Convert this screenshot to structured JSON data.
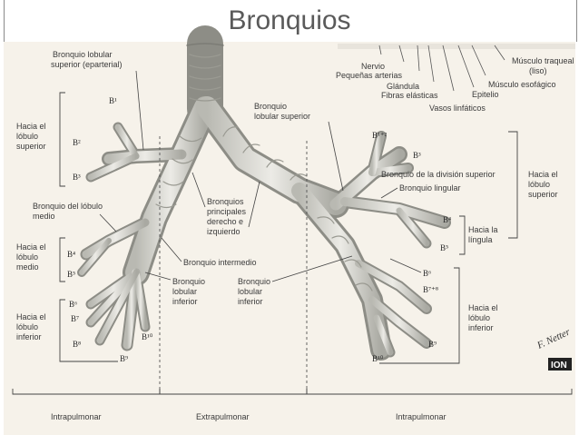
{
  "title": "Bronquios",
  "top_labels": {
    "nervio": "Nervio",
    "pequenas_arterias": "Pequeñas arterias",
    "glandula": "Glándula",
    "fibras_elasticas": "Fibras elásticas",
    "vasos_linfaticos": "Vasos linfáticos",
    "epitelio": "Epitelio",
    "musculo_esofagico": "Músculo esofágico",
    "musculo_traqueal_1": "Músculo traqueal",
    "musculo_traqueal_2": "(liso)"
  },
  "left": {
    "lobular_superior_1": "Bronquio lobular",
    "lobular_superior_2": "superior (eparterial)",
    "hacia_superior": [
      "Hacia el",
      "lóbulo",
      "superior"
    ],
    "lobulo_medio_1": "Bronquio del lóbulo",
    "lobulo_medio_2": "medio",
    "hacia_medio": [
      "Hacia el",
      "lóbulo",
      "medio"
    ],
    "hacia_inferior": [
      "Hacia el",
      "lóbulo",
      "inferior"
    ],
    "b_codes": [
      "B¹",
      "B²",
      "B³",
      "B⁴",
      "B⁵",
      "B⁶",
      "B⁷",
      "B⁸",
      "B¹⁰",
      "B⁹"
    ]
  },
  "center": {
    "principales": [
      "Bronquios",
      "principales",
      "derecho e",
      "izquierdo"
    ],
    "intermedio": "Bronquio intermedio",
    "lobular_inferior_r": [
      "Bronquio",
      "lobular",
      "inferior"
    ],
    "lobular_inferior_l": [
      "Bronquio",
      "lobular",
      "inferior"
    ],
    "lobular_superior": [
      "Bronquio",
      "lobular superior"
    ]
  },
  "right": {
    "division_superior": "Bronquio de la división superior",
    "lingular": "Bronquio lingular",
    "hacia_superior": [
      "Hacia el",
      "lóbulo",
      "superior"
    ],
    "hacia_lingula": [
      "Hacia la",
      "língula"
    ],
    "hacia_inferior": [
      "Hacia el",
      "lóbulo",
      "inferior"
    ],
    "b_codes": [
      "B¹⁺²",
      "B³",
      "B⁴",
      "B⁵",
      "B⁶",
      "B⁷⁺⁸",
      "B⁹",
      "B¹⁰"
    ]
  },
  "bottom": {
    "intrapulmonar_left": "Intrapulmonar",
    "extrapulmonar": "Extrapulmonar",
    "intrapulmonar_right": "Intrapulmonar"
  },
  "signature": "F. Netter",
  "logo": "ION"
}
